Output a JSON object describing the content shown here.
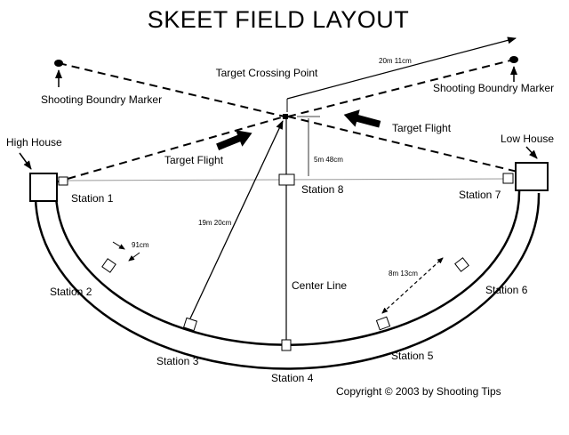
{
  "title": "SKEET FIELD LAYOUT",
  "labels": {
    "target_crossing_point": "Target Crossing Point",
    "boundary_left": "Shooting Boundry Marker",
    "boundary_right": "Shooting Boundry Marker",
    "high_house": "High House",
    "low_house": "Low House",
    "target_flight_left": "Target Flight",
    "target_flight_right": "Target Flight",
    "center_line": "Center Line",
    "station_1": "Station 1",
    "station_2": "Station 2",
    "station_3": "Station 3",
    "station_4": "Station 4",
    "station_5": "Station 5",
    "station_6": "Station 6",
    "station_7": "Station 7",
    "station_8": "Station 8"
  },
  "measurements": {
    "boundary_distance": "20m 11cm",
    "crossing_to_station8": "5m 48cm",
    "station3_to_crossing": "19m 20cm",
    "station_spacing": "8m 13cm",
    "house_gap": "91cm"
  },
  "copyright": "Copyright © 2003 by Shooting Tips"
}
